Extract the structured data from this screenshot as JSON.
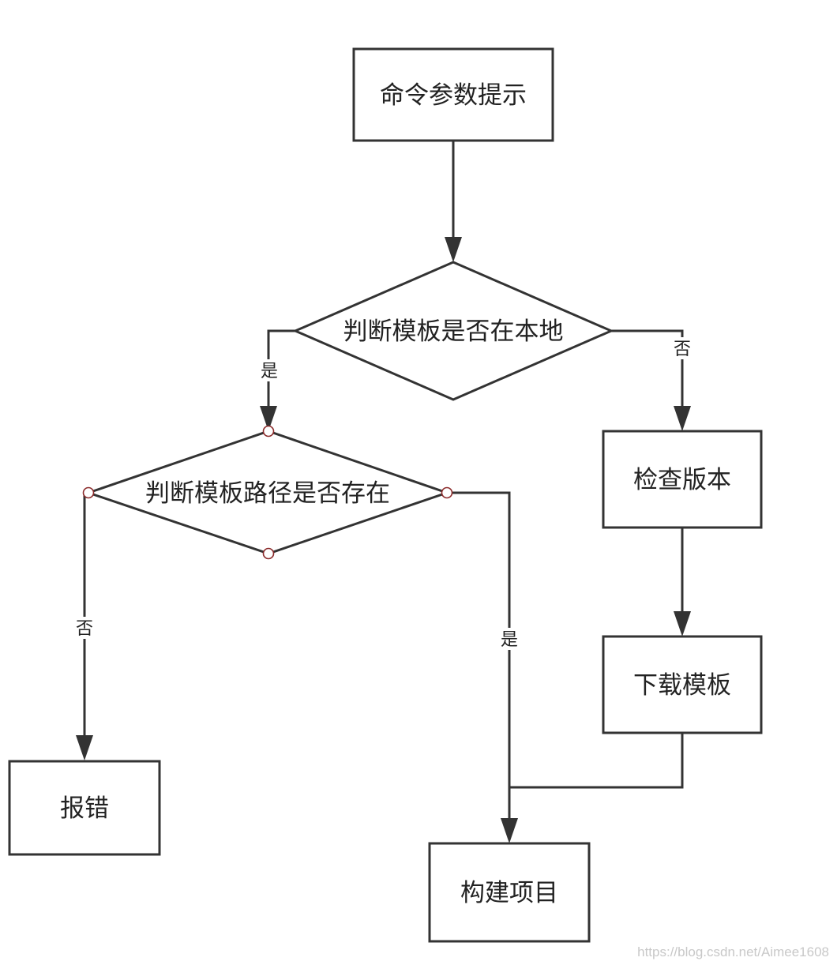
{
  "diagram": {
    "nodes": {
      "cmd_hint": "命令参数提示",
      "check_local": "判断模板是否在本地",
      "check_path": "判断模板路径是否存在",
      "check_version": "检查版本",
      "download_template": "下载模板",
      "report_error": "报错",
      "build_project": "构建项目"
    },
    "edge_labels": {
      "local_yes": "是",
      "local_no": "否",
      "path_no": "否",
      "path_yes": "是"
    }
  },
  "watermark": "https://blog.csdn.net/Aimee1608",
  "colors": {
    "stroke": "#333333",
    "text": "#222222",
    "anchor_stroke": "#8b2a2a",
    "watermark": "#c8c8c8"
  }
}
